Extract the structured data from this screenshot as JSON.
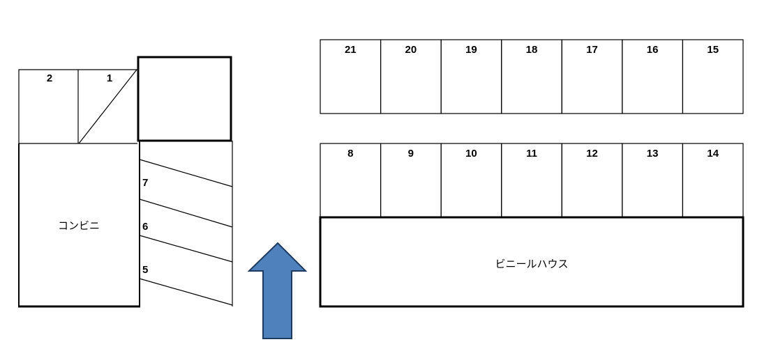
{
  "left_area": {
    "top_slots": [
      "2",
      "1"
    ],
    "side_slots": [
      "7",
      "6",
      "5"
    ],
    "store_label": "コンビニ"
  },
  "right_area": {
    "top_row": [
      "21",
      "20",
      "19",
      "18",
      "17",
      "16",
      "15"
    ],
    "middle_row": [
      "8",
      "9",
      "10",
      "11",
      "12",
      "13",
      "14"
    ],
    "greenhouse_label": "ビニールハウス"
  },
  "colors": {
    "arrow_fill": "#4f81bd",
    "arrow_stroke": "#1f3a60"
  }
}
